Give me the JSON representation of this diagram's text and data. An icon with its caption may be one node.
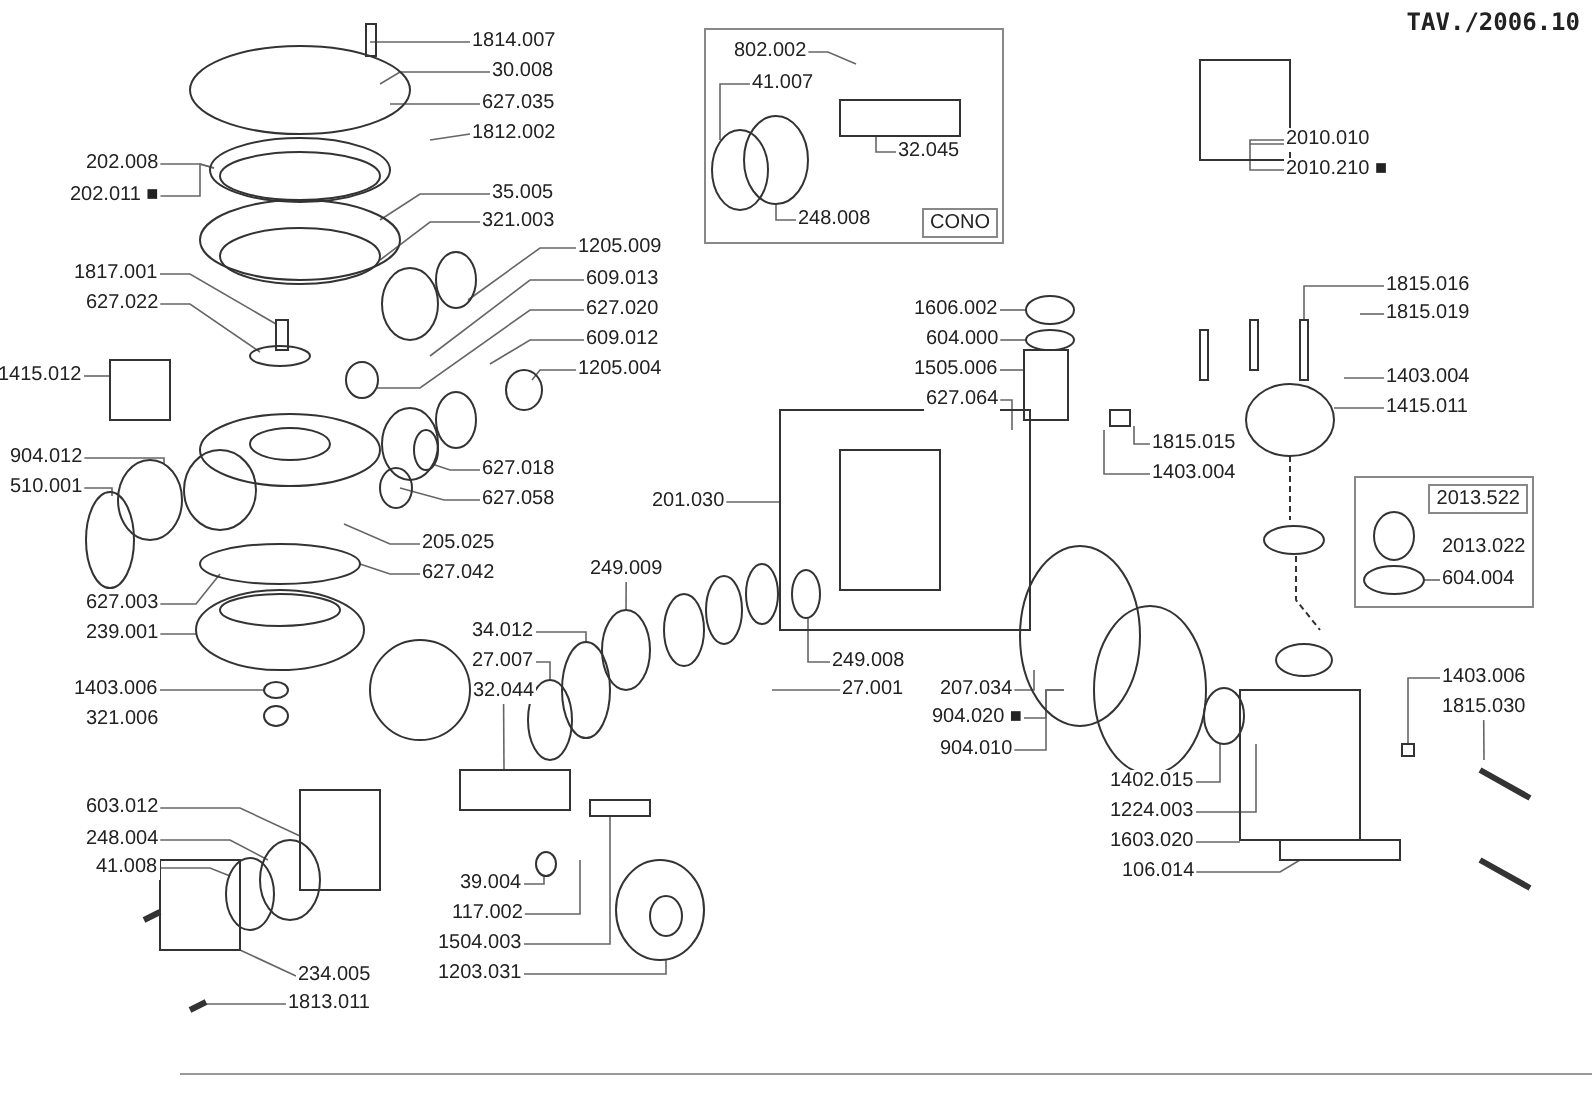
{
  "diagram": {
    "title": "TAV./2006.10",
    "nodes": [
      {
        "text": [
          "1814.007"
        ]
      },
      {
        "text": [
          "30.008"
        ]
      },
      {
        "text": [
          "627.035"
        ]
      },
      {
        "text": [
          "1812.002"
        ]
      },
      {
        "text": [
          "202.008"
        ]
      },
      {
        "text": [
          "202.011 ■"
        ]
      },
      {
        "text": [
          "35.005"
        ]
      },
      {
        "text": [
          "321.003"
        ]
      },
      {
        "text": [
          "1205.009"
        ]
      },
      {
        "text": [
          "1817.001"
        ]
      },
      {
        "text": [
          "609.013"
        ]
      },
      {
        "text": [
          "627.022"
        ]
      },
      {
        "text": [
          "627.020"
        ]
      },
      {
        "text": [
          "609.012"
        ]
      },
      {
        "text": [
          "1415.012"
        ]
      },
      {
        "text": [
          "1205.004"
        ]
      },
      {
        "text": [
          "904.012"
        ]
      },
      {
        "text": [
          "510.001"
        ]
      },
      {
        "text": [
          "627.018"
        ]
      },
      {
        "text": [
          "627.058"
        ]
      },
      {
        "text": [
          "205.025"
        ]
      },
      {
        "text": [
          "627.042"
        ]
      },
      {
        "text": [
          "627.003"
        ]
      },
      {
        "text": [
          "239.001"
        ]
      },
      {
        "text": [
          "1403.006"
        ]
      },
      {
        "text": [
          "249.009"
        ]
      },
      {
        "text": [
          "34.012"
        ]
      },
      {
        "text": [
          "27.007"
        ]
      },
      {
        "text": [
          "32.044"
        ]
      },
      {
        "text": [
          "603.012"
        ]
      },
      {
        "text": [
          "248.004"
        ]
      },
      {
        "text": [
          "41.008"
        ]
      },
      {
        "text": [
          "234.005"
        ]
      },
      {
        "text": [
          "1813.011"
        ]
      },
      {
        "text": [
          "39.004"
        ]
      },
      {
        "text": [
          "117.002"
        ]
      },
      {
        "text": [
          "1504.003"
        ]
      },
      {
        "text": [
          "1203.031"
        ]
      },
      {
        "text": [
          "CONO"
        ]
      },
      {
        "text": [
          "802.002"
        ],
        "in": 38
      },
      {
        "text": [
          "41.007"
        ],
        "in": 38
      },
      {
        "text": [
          "32.045"
        ],
        "in": 38
      },
      {
        "text": [
          "248.008"
        ],
        "in": 38
      },
      {
        "text": [
          "1606.002"
        ]
      },
      {
        "text": [
          "604.000"
        ]
      },
      {
        "text": [
          "1505.006"
        ]
      },
      {
        "text": [
          "627.064"
        ]
      },
      {
        "text": [
          "1815.015"
        ]
      },
      {
        "text": [
          "1403.004"
        ]
      },
      {
        "text": [
          "201.030"
        ]
      },
      {
        "text": [
          "2010.010"
        ]
      },
      {
        "text": [
          "2010.210 ■"
        ]
      },
      {
        "text": [
          "1815.016"
        ]
      },
      {
        "text": [
          "1815.019"
        ]
      },
      {
        "text": [
          "1403.004"
        ]
      },
      {
        "text": [
          "1415.011"
        ]
      },
      {
        "text": [
          "2013.522"
        ]
      },
      {
        "text": [
          "2013.022"
        ],
        "in": 56
      },
      {
        "text": [
          "604.004"
        ],
        "in": 56
      },
      {
        "text": [
          "249.008"
        ]
      },
      {
        "text": [
          "27.001"
        ]
      },
      {
        "text": [
          "207.034"
        ]
      },
      {
        "text": [
          "904.020 ■"
        ]
      },
      {
        "text": [
          "904.010"
        ]
      },
      {
        "text": [
          "1402.015"
        ]
      },
      {
        "text": [
          "1224.003"
        ]
      },
      {
        "text": [
          "1603.020"
        ]
      },
      {
        "text": [
          "106.014"
        ]
      },
      {
        "text": [
          "1403.006"
        ]
      },
      {
        "text": [
          "1815.030"
        ]
      },
      {
        "text": [
          "321.006"
        ]
      }
    ],
    "edges": [
      {
        "from": 0,
        "to": null,
        "arrow": "none"
      },
      {
        "from": 1,
        "to": null,
        "arrow": "none"
      },
      {
        "from": 2,
        "to": null,
        "arrow": "none"
      },
      {
        "from": 3,
        "to": null,
        "arrow": "none"
      },
      {
        "from": 4,
        "to": null,
        "arrow": "none"
      },
      {
        "from": 5,
        "to": null,
        "arrow": "none"
      },
      {
        "from": 6,
        "to": null,
        "arrow": "none"
      },
      {
        "from": 7,
        "to": null,
        "arrow": "none"
      },
      {
        "from": 8,
        "to": null,
        "arrow": "none"
      },
      {
        "from": 9,
        "to": null,
        "arrow": "none"
      },
      {
        "from": 10,
        "to": null,
        "arrow": "none"
      },
      {
        "from": 11,
        "to": null,
        "arrow": "none"
      },
      {
        "from": 12,
        "to": null,
        "arrow": "none"
      },
      {
        "from": 13,
        "to": null,
        "arrow": "none"
      },
      {
        "from": 14,
        "to": null,
        "arrow": "none"
      },
      {
        "from": 15,
        "to": null,
        "arrow": "none"
      },
      {
        "from": 16,
        "to": null,
        "arrow": "none"
      },
      {
        "from": 17,
        "to": null,
        "arrow": "none"
      },
      {
        "from": 18,
        "to": null,
        "arrow": "none"
      },
      {
        "from": 19,
        "to": null,
        "arrow": "none"
      },
      {
        "from": 20,
        "to": null,
        "arrow": "none"
      },
      {
        "from": 21,
        "to": null,
        "arrow": "none"
      },
      {
        "from": 22,
        "to": null,
        "arrow": "none"
      },
      {
        "from": 23,
        "to": null,
        "arrow": "none"
      },
      {
        "from": 24,
        "to": null,
        "arrow": "none"
      },
      {
        "from": 25,
        "to": null,
        "arrow": "none"
      },
      {
        "from": 26,
        "to": null,
        "arrow": "none"
      },
      {
        "from": 27,
        "to": null,
        "arrow": "none"
      },
      {
        "from": 28,
        "to": null,
        "arrow": "none"
      },
      {
        "from": 29,
        "to": null,
        "arrow": "none"
      },
      {
        "from": 30,
        "to": null,
        "arrow": "none"
      },
      {
        "from": 31,
        "to": null,
        "arrow": "none"
      },
      {
        "from": 32,
        "to": null,
        "arrow": "none"
      },
      {
        "from": 33,
        "to": null,
        "arrow": "none"
      },
      {
        "from": 34,
        "to": null,
        "arrow": "none"
      },
      {
        "from": 35,
        "to": null,
        "arrow": "none"
      },
      {
        "from": 36,
        "to": null,
        "arrow": "none"
      },
      {
        "from": 37,
        "to": null,
        "arrow": "none"
      },
      {
        "from": 39,
        "to": null,
        "arrow": "none"
      },
      {
        "from": 40,
        "to": null,
        "arrow": "none"
      },
      {
        "from": 41,
        "to": null,
        "arrow": "none"
      },
      {
        "from": 42,
        "to": null,
        "arrow": "none"
      },
      {
        "from": 43,
        "to": null,
        "arrow": "none"
      },
      {
        "from": 44,
        "to": null,
        "arrow": "none"
      },
      {
        "from": 45,
        "to": null,
        "arrow": "none"
      },
      {
        "from": 46,
        "to": null,
        "arrow": "none"
      },
      {
        "from": 47,
        "to": null,
        "arrow": "none"
      },
      {
        "from": 48,
        "to": null,
        "arrow": "none"
      },
      {
        "from": 49,
        "to": null,
        "arrow": "none"
      },
      {
        "from": 50,
        "to": null,
        "arrow": "none"
      },
      {
        "from": 51,
        "to": null,
        "arrow": "none"
      },
      {
        "from": 52,
        "to": null,
        "arrow": "none"
      },
      {
        "from": 53,
        "to": null,
        "arrow": "none"
      },
      {
        "from": 54,
        "to": null,
        "arrow": "none"
      },
      {
        "from": 55,
        "to": null,
        "arrow": "none"
      },
      {
        "from": 58,
        "to": null,
        "arrow": "none"
      },
      {
        "from": 59,
        "to": null,
        "arrow": "none"
      },
      {
        "from": 60,
        "to": null,
        "arrow": "none"
      },
      {
        "from": 61,
        "to": null,
        "arrow": "none"
      },
      {
        "from": 62,
        "to": null,
        "arrow": "none"
      },
      {
        "from": 63,
        "to": null,
        "arrow": "none"
      },
      {
        "from": 64,
        "to": null,
        "arrow": "none"
      },
      {
        "from": 65,
        "to": null,
        "arrow": "none"
      },
      {
        "from": 66,
        "to": null,
        "arrow": "none"
      },
      {
        "from": 67,
        "to": null,
        "arrow": "none"
      },
      {
        "from": 68,
        "to": null,
        "arrow": "none"
      },
      {
        "from": 69,
        "to": null,
        "arrow": "none"
      }
    ]
  }
}
